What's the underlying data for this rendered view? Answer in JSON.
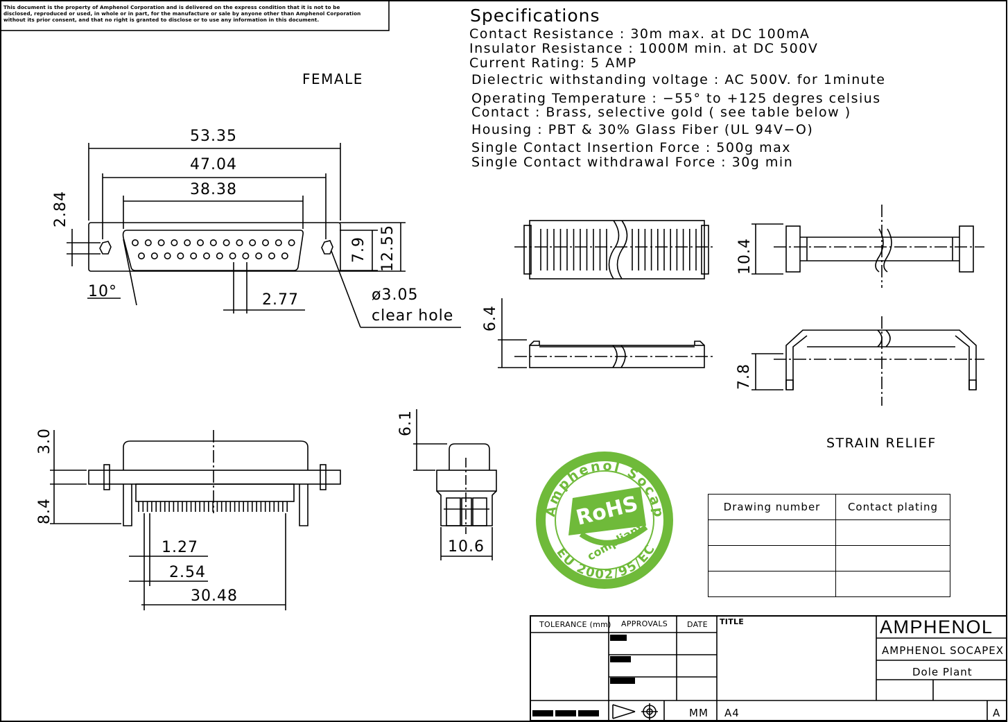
{
  "notice": {
    "lines": [
      "This document is the property of Amphenol Corporation and is delivered on the express condition that it is not to be",
      "disclosed, reproduced or used, in whole or in part, for the manufacture or sale by anyone other than Amphenol Corporation",
      "without its prior consent, and that no right is granted to disclose or to use any information in this document."
    ]
  },
  "specifications": {
    "title": "Specifications",
    "lines": [
      "Contact Resistance :  30m max. at DC 100mA",
      "Insulator Resistance :  1000M min. at DC 500V",
      "Current Rating: 5 AMP",
      "Dielectric withstanding voltage :  AC 500V. for 1minute",
      "Operating Temperature :  −55° to +125 degres celsius",
      "Contact :   Brass, selective gold ( see table below )",
      "Housing :  PBT & 30% Glass Fiber (UL 94V−O)",
      "Single Contact Insertion Force :  500g max",
      "Single Contact withdrawal Force :  30g min"
    ]
  },
  "views": {
    "female_label": "FEMALE",
    "strain_relief_label": "STRAIN RELIEF"
  },
  "dimensions": {
    "overall_width": "53.35",
    "hole_pitch": "47.04",
    "shell_width": "38.38",
    "flange_offset": "2.84",
    "shell_height": "7.9",
    "flange_height": "12.55",
    "draft_angle": "10°",
    "pin_pitch": "2.77",
    "hole_diameter": "ø3.05",
    "hole_note": "clear hole",
    "shell_depth": "3.0",
    "tail_height": "8.4",
    "tail_pitch": "1.27",
    "row_pitch": "2.54",
    "tail_span": "30.48",
    "side_height": "6.1",
    "side_depth": "10.6",
    "strain_height_a": "10.4",
    "strain_height_b": "6.4",
    "strain_height_c": "7.8"
  },
  "rohs_badge": {
    "arc_top": "Amphenol  Socapex",
    "main": "RoHS",
    "sub": "compliant",
    "arc_bottom": "EU 2002/95/EC",
    "color": "#6fba3a"
  },
  "plating_table": {
    "headers": [
      "Drawing number",
      "Contact plating"
    ],
    "rows": [
      [
        "",
        ""
      ],
      [
        "",
        ""
      ],
      [
        "",
        ""
      ]
    ]
  },
  "title_block": {
    "tolerance": "TOLERANCE (mm)",
    "approvals": "APPROVALS",
    "date": "DATE",
    "title": "TITLE",
    "company": "AMPHENOL",
    "division": "AMPHENOL SOCAPEX",
    "plant": "Dole Plant",
    "units": "MM",
    "sheet_size": "A4",
    "revision": "A"
  }
}
